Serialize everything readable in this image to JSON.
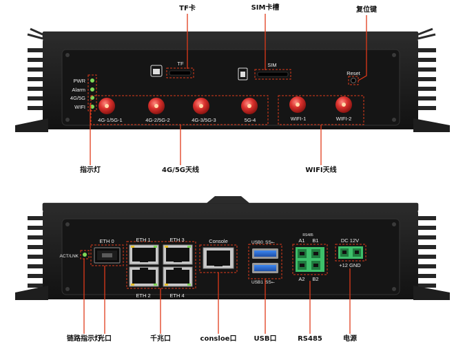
{
  "top_panel": {
    "callouts": {
      "tf": "TF卡",
      "sim": "SIM卡槽",
      "reset": "复位键",
      "indicator": "指示灯",
      "antenna_4g5g": "4G/5G天线",
      "antenna_wifi": "WIFI天线"
    },
    "labels": {
      "tf": "TF",
      "sim": "SIM",
      "reset": "Reset",
      "leds": [
        "PWR",
        "Alarm",
        "4G/5G",
        "WIFI"
      ],
      "antennas": [
        "4G-1/5G-1",
        "4G-2/5G-2",
        "4G-3/5G-3",
        "5G-4",
        "WIFI-1",
        "WIFI-2"
      ]
    }
  },
  "bottom_panel": {
    "callouts": {
      "link_led": "链路指示灯",
      "optical": "光口",
      "gigabit": "千兆口",
      "console": "consloe口",
      "usb": "USB口",
      "rs485": "RS485",
      "power": "电源"
    },
    "labels": {
      "act_lnk": "ACT/LNK",
      "eth0": "ETH 0",
      "eth_ports": [
        "ETH 1",
        "ETH 3",
        "ETH 2",
        "ETH 4"
      ],
      "console": "Console",
      "usb0": "USB0",
      "usb1": "USB1",
      "rs485_head": "RS485",
      "rs485_top": [
        "A1",
        "B1"
      ],
      "rs485_bottom": [
        "A2",
        "B2"
      ],
      "dc_top": "DC 12V",
      "dc_bottom": "+12 GND"
    }
  },
  "colors": {
    "chassis": "#1b1b1b",
    "faceplate": "#131313",
    "leader": "#e03a1a",
    "antenna": "#d8302c",
    "terminal": "#3dbf6a",
    "usb": "#2a6fd6"
  }
}
